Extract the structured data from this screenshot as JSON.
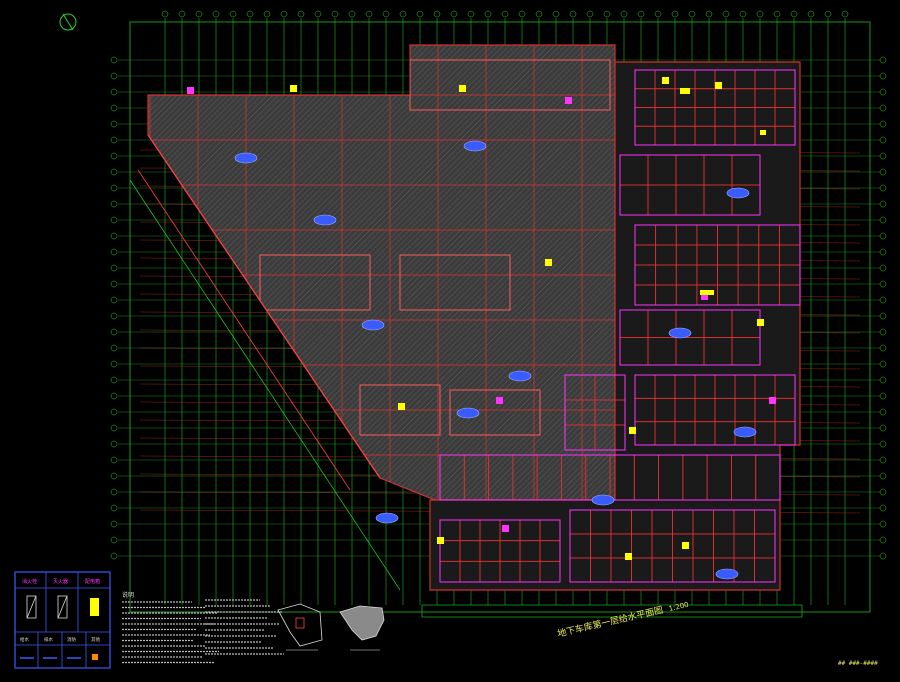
{
  "sheet": {
    "title": "地下车库第一层给水平面图",
    "scale": "1:200",
    "drawing_no": "## ###-####"
  },
  "notes": {
    "heading": "说明"
  },
  "legend": {
    "row1": [
      "消火栓",
      "灭火器",
      "配电箱"
    ],
    "row2": [
      "给水",
      "排水",
      "消防",
      "其他"
    ]
  },
  "colors": {
    "background": "#000000",
    "grid_axis": "#22d622",
    "wall": "#e03030",
    "hatch": "#8a8a8a",
    "fixture": "#ffff00",
    "pipe_blue": "#3a5cff",
    "magenta": "#ff33ff",
    "text": "#e8e85a"
  }
}
